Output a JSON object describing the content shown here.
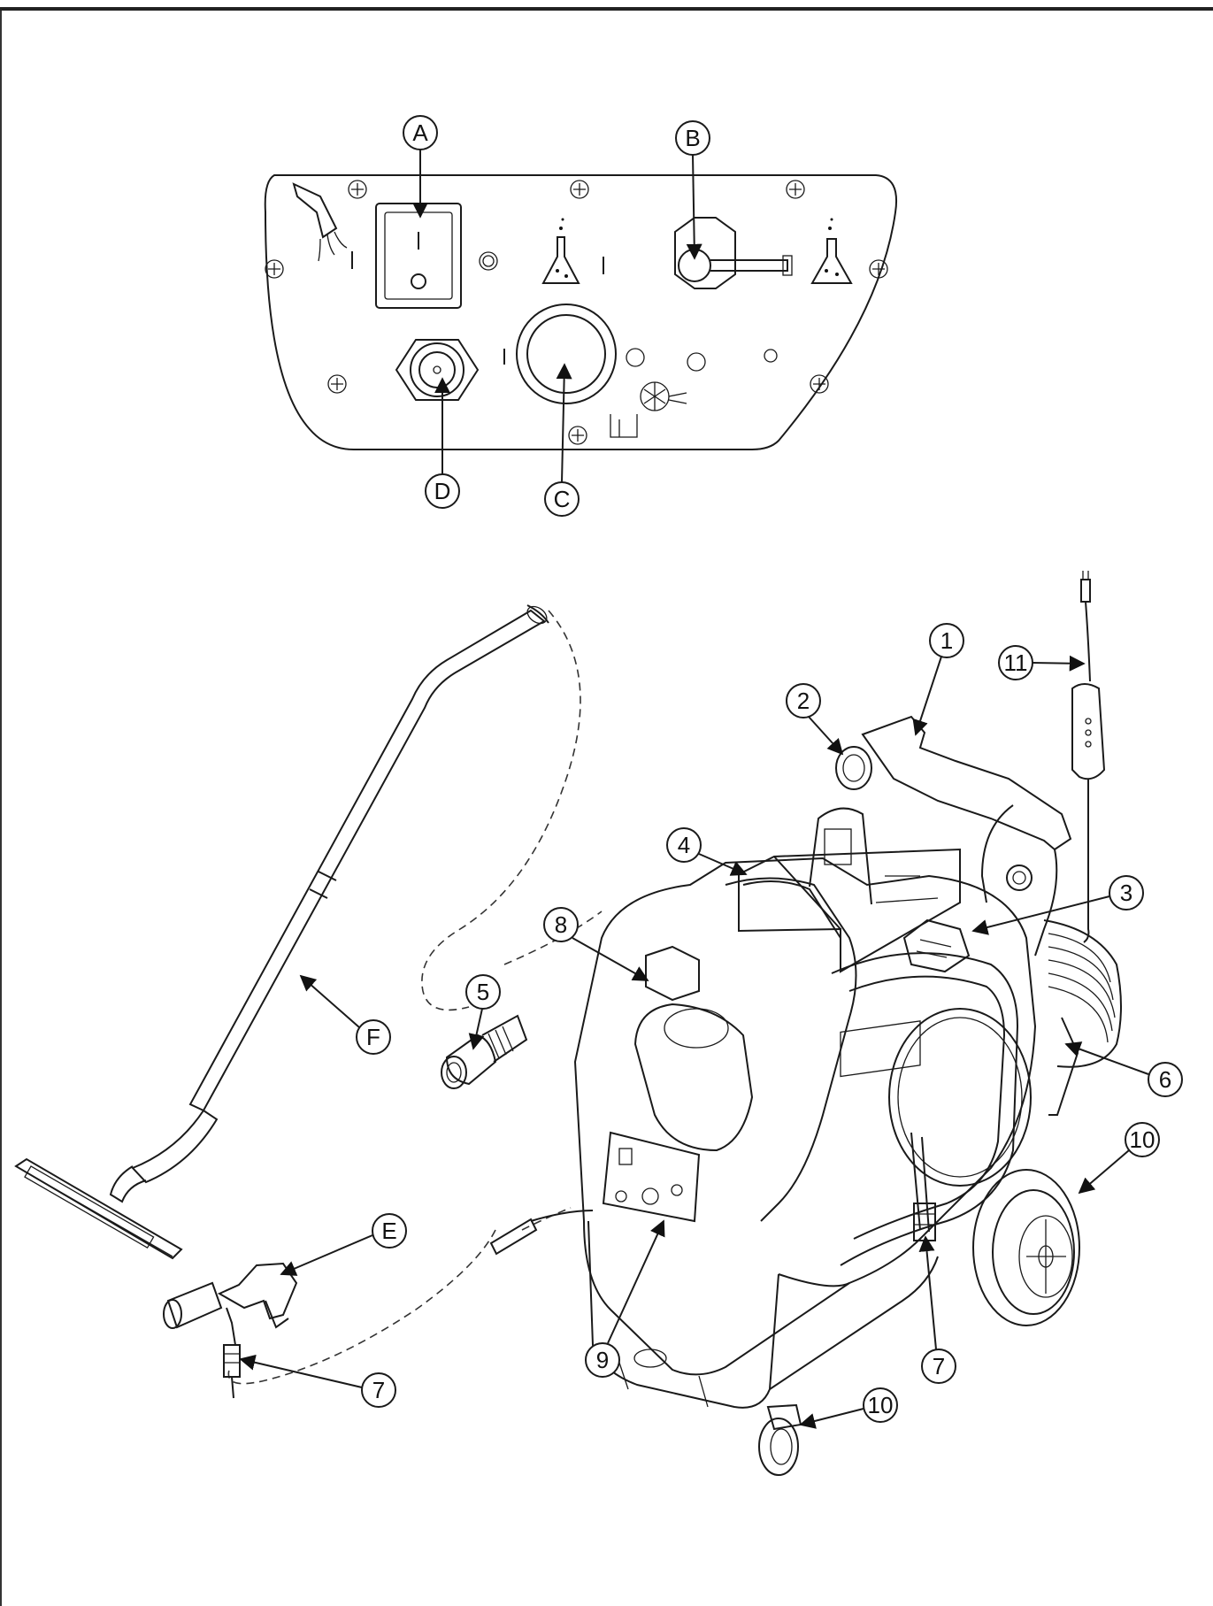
{
  "diagram": {
    "panel_callouts": [
      {
        "id": "callout-a",
        "label": "A"
      },
      {
        "id": "callout-b",
        "label": "B"
      },
      {
        "id": "callout-c",
        "label": "C"
      },
      {
        "id": "callout-d",
        "label": "D"
      }
    ],
    "machine_callouts": [
      {
        "id": "callout-1",
        "label": "1"
      },
      {
        "id": "callout-2",
        "label": "2"
      },
      {
        "id": "callout-3",
        "label": "3"
      },
      {
        "id": "callout-4",
        "label": "4"
      },
      {
        "id": "callout-5",
        "label": "5"
      },
      {
        "id": "callout-6",
        "label": "6"
      },
      {
        "id": "callout-7a",
        "label": "7"
      },
      {
        "id": "callout-7b",
        "label": "7"
      },
      {
        "id": "callout-8",
        "label": "8"
      },
      {
        "id": "callout-9",
        "label": "9"
      },
      {
        "id": "callout-10a",
        "label": "10"
      },
      {
        "id": "callout-10b",
        "label": "10"
      },
      {
        "id": "callout-11",
        "label": "11"
      },
      {
        "id": "callout-e",
        "label": "E"
      },
      {
        "id": "callout-f",
        "label": "F"
      }
    ],
    "switch_marks": {
      "on": "I",
      "off": "O"
    }
  }
}
